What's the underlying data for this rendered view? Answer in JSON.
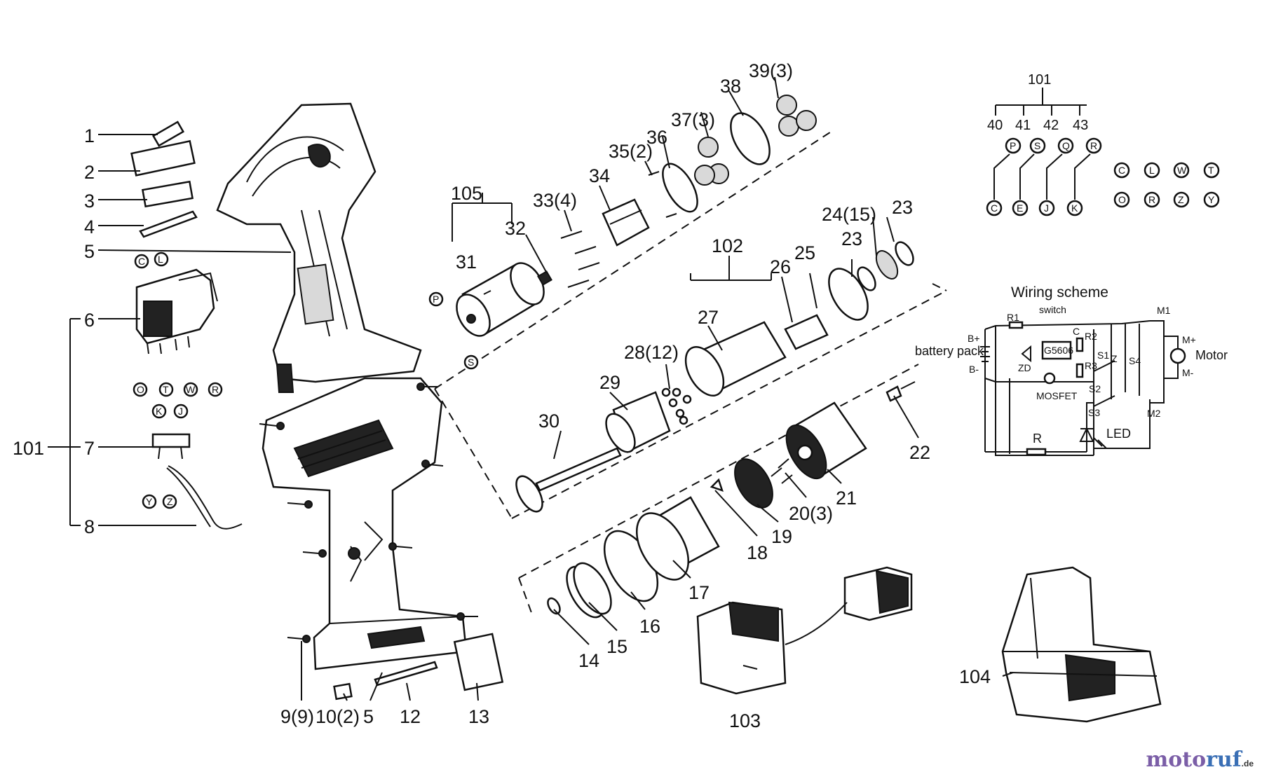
{
  "callouts": {
    "n1": "1",
    "n2": "2",
    "n3": "3",
    "n4": "4",
    "n5a": "5",
    "n5b": "5",
    "n6": "6",
    "n7": "7",
    "n8": "8",
    "n9": "9(9)",
    "n10": "10(2)",
    "n12": "12",
    "n13": "13",
    "n14": "14",
    "n15": "15",
    "n16": "16",
    "n17": "17",
    "n18": "18",
    "n19": "19",
    "n20": "20(3)",
    "n21": "21",
    "n22": "22",
    "n23a": "23",
    "n23b": "23",
    "n24": "24(15)",
    "n25": "25",
    "n26": "26",
    "n27": "27",
    "n28": "28(12)",
    "n29": "29",
    "n30": "30",
    "n31": "31",
    "n32": "32",
    "n33": "33(4)",
    "n34": "34",
    "n35": "35(2)",
    "n36": "36",
    "n37": "37(3)",
    "n38": "38",
    "n39": "39(3)",
    "n101a": "101",
    "n101b": "101",
    "n102": "102",
    "n103": "103",
    "n104": "104",
    "n105": "105",
    "n40": "40",
    "n41": "41",
    "n42": "42",
    "n43": "43"
  },
  "wire_letters": {
    "top": [
      "P",
      "S",
      "Q",
      "R"
    ],
    "bottom": [
      "C",
      "E",
      "J",
      "K"
    ],
    "pairs": [
      [
        "C",
        "O"
      ],
      [
        "L",
        "R"
      ],
      [
        "W",
        "Z"
      ],
      [
        "T",
        "Y"
      ]
    ]
  },
  "switch_letters": {
    "top": [
      "C",
      "L"
    ],
    "bottom": [
      "O",
      "T",
      "W",
      "R"
    ],
    "plug_top": [
      "K",
      "J"
    ],
    "plug_bottom": [
      "Y",
      "Z"
    ],
    "motor_left": "P",
    "motor_bottom": "S"
  },
  "wiring": {
    "title": "Wiring scheme",
    "switch_label": "switch",
    "battery_label": "battery pack",
    "b_plus": "B+",
    "b_minus": "B-",
    "m1": "M1",
    "m2": "M2",
    "m_plus": "M+",
    "m_minus": "M-",
    "motor_label": "Motor",
    "led_label": "LED",
    "r_label": "R",
    "mosfet_label": "MOSFET",
    "chip_label": "G5606",
    "zd": "ZD",
    "r1": "R1",
    "r2": "R2",
    "r3": "R3",
    "c_label": "C",
    "z_label": "Z",
    "s1": "S1",
    "s2": "S2",
    "s3": "S3",
    "s4": "S4"
  },
  "watermark": {
    "part_a": "moto",
    "part_b": "ruf",
    "suffix": ".de"
  }
}
